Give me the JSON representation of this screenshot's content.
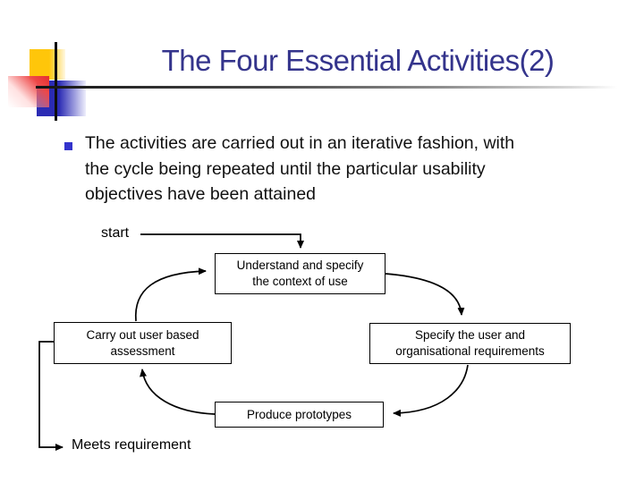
{
  "slide": {
    "title": "The Four Essential Activities(2)",
    "bullet": {
      "lines": [
        "The activities are carried out in an iterative fashion, with",
        "the cycle being repeated until the particular usability",
        "objectives have been attained"
      ]
    },
    "diagram": {
      "start_label": "start",
      "meets_label": "Meets requirement",
      "boxes": {
        "understand": {
          "line1": "Understand and specify",
          "line2": "the context of use"
        },
        "carry": {
          "line1": "Carry out user based",
          "line2": "assessment"
        },
        "specify": {
          "line1": "Specify the user and",
          "line2": "organisational requirements"
        },
        "produce": {
          "line1": "Produce prototypes"
        }
      }
    },
    "colors": {
      "title_text": "#34348C",
      "bullet_square": "#3333CC",
      "body_text": "#111111",
      "diagram_line": "#000000",
      "accent_yellow": "#FFC60A",
      "accent_red": "#E62E2E",
      "accent_blue": "#2B2BB4"
    }
  }
}
